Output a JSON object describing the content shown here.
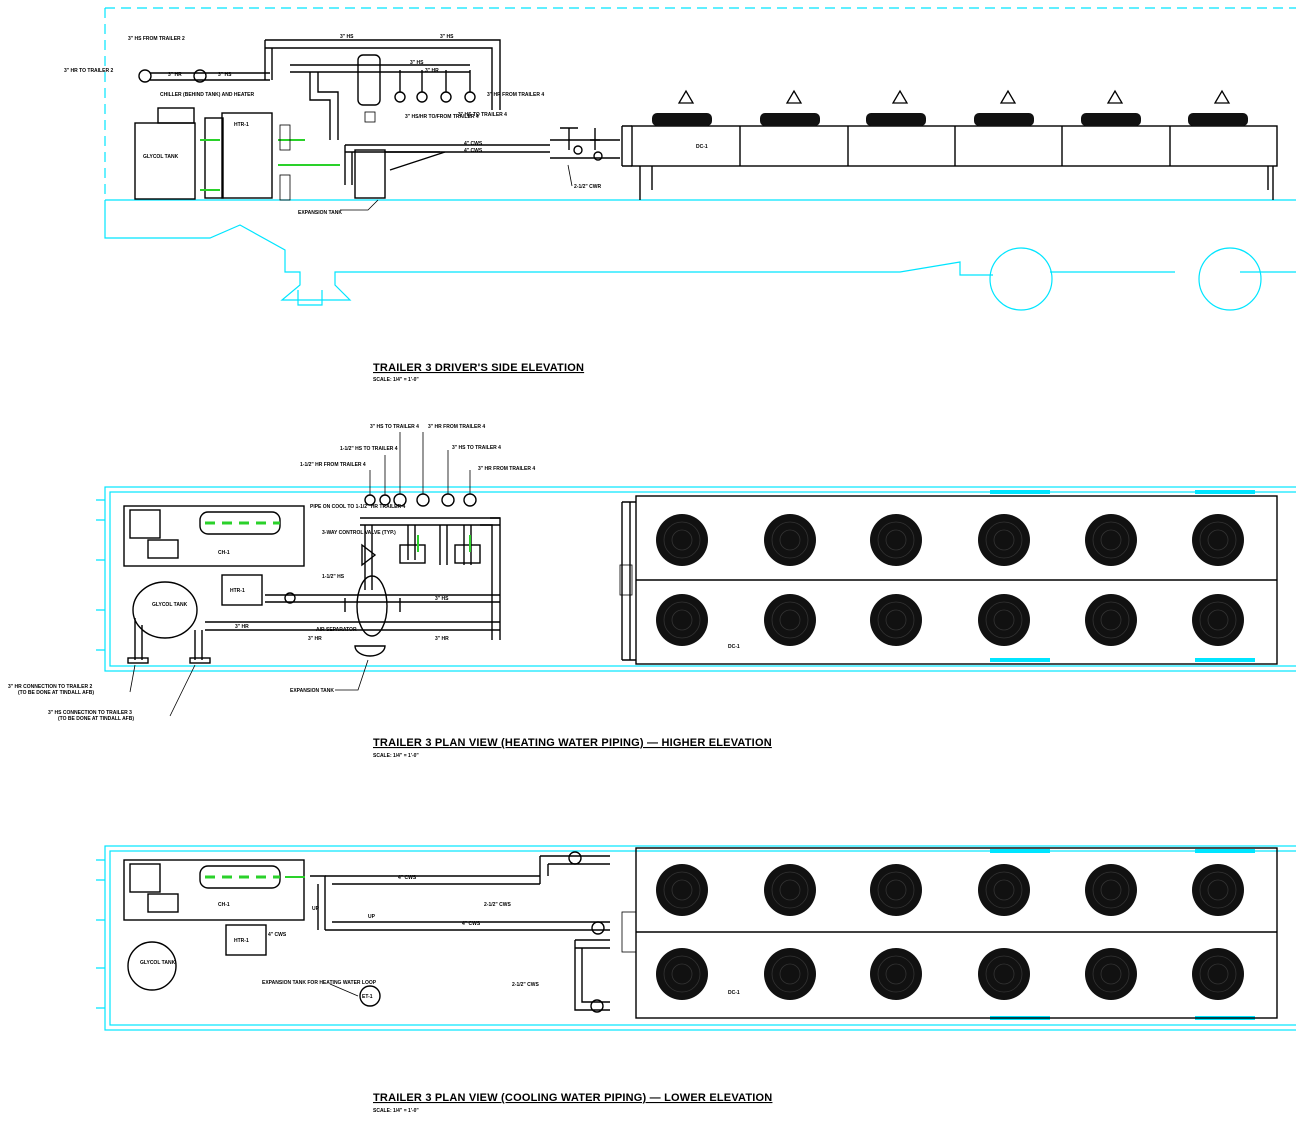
{
  "views": {
    "elevation": {
      "title": "TRAILER 3 DRIVER'S SIDE ELEVATION",
      "scale": "SCALE: 1/4\" = 1'-0\"",
      "labels": {
        "hs_from_t2": "3\" HS FROM TRAILER 2",
        "hr_to_t2": "3\" HR TO TRAILER 2",
        "hs_top1": "3\" HS",
        "hs_top2": "3\" HS",
        "hr_mid": "3\" HR",
        "hs_mid": "3\" HS",
        "hs_right": "3\" HS",
        "hr_right": "3\" HR",
        "chiller_tag": "CHILLER (BEHIND TANK) AND HEATER",
        "glycol_tank": "GLYCOL TANK",
        "heater_tag": "HTR-1",
        "hr_from_t4": "3\" HR FROM TRAILER 4",
        "hs_hr_t4": "3\" HS/HR TO/FROM TRAILER 4",
        "hs_to_t4": "3\" HS TO TRAILER 4",
        "cws1": "4\" CWS",
        "cws2": "4\" CWS",
        "cws_bottom": "2-1/2\" CWR",
        "expansion_tank": "EXPANSION TANK",
        "dry_cooler": "DC-1"
      }
    },
    "plan_high": {
      "title": "TRAILER 3 PLAN VIEW (HEATING WATER PIPING) — HIGHER ELEVATION",
      "scale": "SCALE: 1/4\" = 1'-0\"",
      "labels": {
        "hs_to_t4": "3\" HS TO TRAILER 4",
        "hr_from_t4a": "3\" HR FROM TRAILER 4",
        "hs_to_t4b": "3\" HS TO TRAILER 4",
        "hr_from_t4b": "3\" HR FROM TRAILER 4",
        "hs_112_to": "1-1/2\" HS TO TRAILER 4",
        "hr_112_from": "1-1/2\" HR FROM TRAILER 4",
        "pipe_on_coil": "PIPE ON COOL TO 1-1/2\" HR TRAILER 4",
        "control_valve": "3-WAY CONTROL VALVE (TYP.)",
        "hs_112": "1-1/2\" HS",
        "chiller": "CH-1",
        "heater": "HTR-1",
        "glycol_tank": "GLYCOL TANK",
        "hs_a": "3\" HS",
        "hs_b": "3\" HR",
        "hr_a": "3\" HR",
        "hr_b": "3\" HR",
        "air_separator": "AIR SEPARATOR",
        "expansion_tank": "EXPANSION TANK",
        "hr_conn_t2": "3\" HR CONNECTION TO TRAILER 2",
        "hr_conn_t2_note": "(TO BE DONE AT TINDALL AFB)",
        "hs_conn_t3": "3\" HS CONNECTION TO TRAILER 3",
        "hs_conn_t3_note": "(TO BE DONE AT TINDALL AFB)",
        "dry_cooler": "DC-1"
      }
    },
    "plan_low": {
      "title": "TRAILER 3 PLAN VIEW (COOLING WATER PIPING) — LOWER ELEVATION",
      "scale": "SCALE: 1/4\" = 1'-0\"",
      "labels": {
        "chiller": "CH-1",
        "heater": "HTR-1",
        "cws_top": "4\" CWS",
        "cws_bottom": "4\" CWS",
        "cws_4": "4\" CWS",
        "cws_212a": "2-1/2\" CWS",
        "cws_212b": "2-1/2\" CWS",
        "up1": "UP",
        "up2": "UP",
        "glycol_tank": "GLYCOL TANK",
        "exp_tank_note": "EXPANSION TANK FOR HEATING WATER LOOP",
        "exp_tank_tag": "ET-1",
        "dry_cooler": "DC-1"
      }
    }
  },
  "colors": {
    "trailer_outline": "#00e5ff",
    "piping": "#000000",
    "highlight_pipe": "#2ad12a",
    "background": "#ffffff"
  },
  "fan_count_per_row": 6
}
